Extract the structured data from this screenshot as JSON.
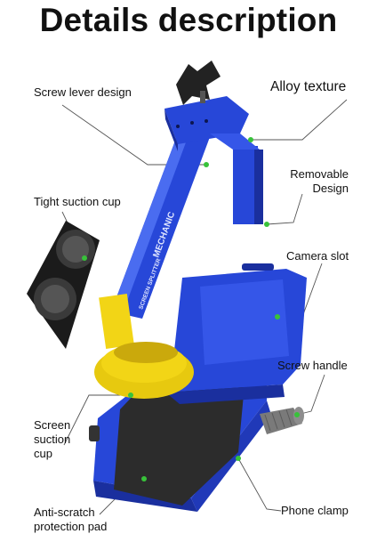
{
  "title": "Details description",
  "callouts": {
    "screw_lever": "Screw lever design",
    "alloy": "Alloy texture",
    "removable_1": "Removable",
    "removable_2": "Design",
    "suction_cup": "Tight suction cup",
    "camera_slot": "Camera slot",
    "screw_handle": "Screw handle",
    "screen_cup_1": "Screen",
    "screen_cup_2": "suction",
    "screen_cup_3": "cup",
    "phone_clamp": "Phone clamp",
    "pad_1": "Anti-scratch",
    "pad_2": "protection pad"
  },
  "product_marks": {
    "brand": "MECHANIC",
    "model": "SCREEN SPLITTER"
  },
  "colors": {
    "blue": "#2747d8",
    "blue_dark": "#1a2f9e",
    "blue_light": "#4a6cf0",
    "yellow": "#f2d516",
    "marker": "#38c23a",
    "pad": "#2c2c2c"
  }
}
